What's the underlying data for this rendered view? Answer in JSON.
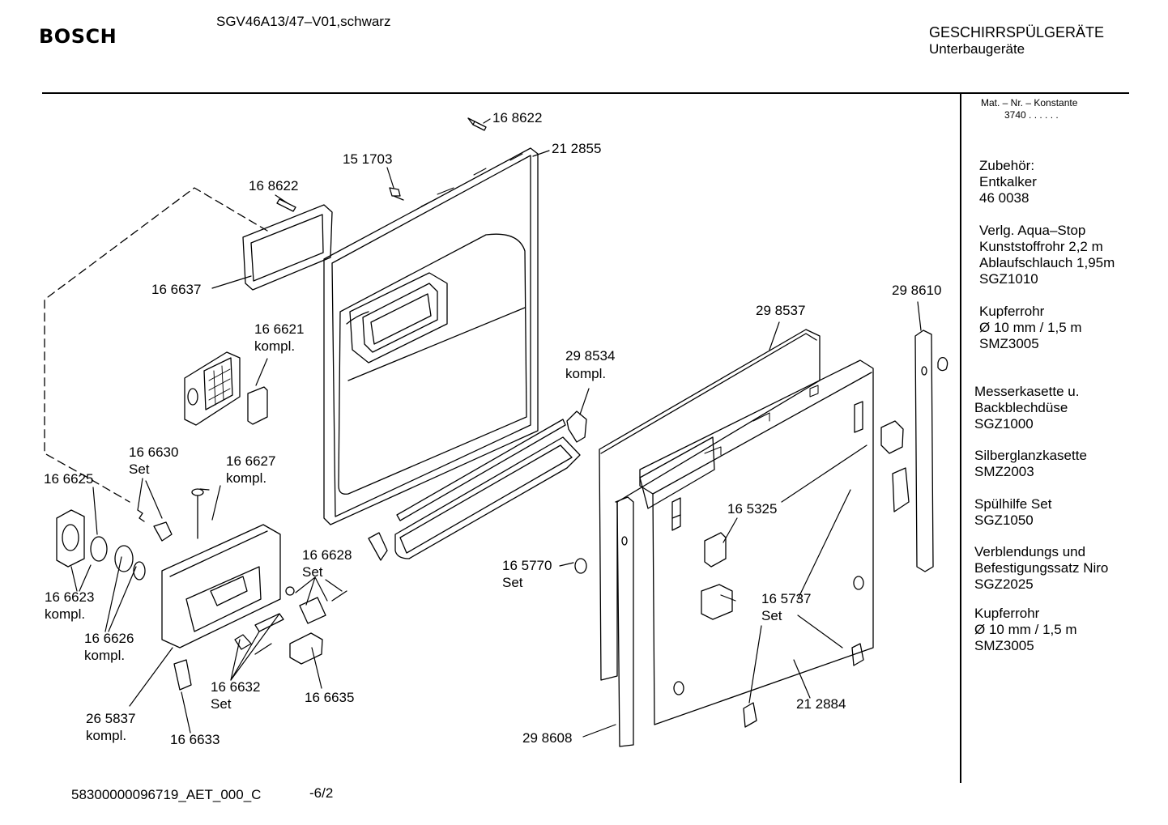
{
  "header": {
    "brand": "BOSCH",
    "model": "SGV46A13/47–V01,schwarz",
    "category_line1": "GESCHIRRSPÜLGERÄTE",
    "category_line2": "Unterbaugeräte"
  },
  "sidebar": {
    "mat_line1": "Mat. – Nr. – Konstante",
    "mat_line2": "3740 .  .  .  .  .  .",
    "accessories": [
      [
        "Zubehör:",
        "Entkalker",
        "46 0038"
      ],
      [
        "Verlg. Aqua–Stop",
        "Kunststoffrohr 2,2 m",
        "Ablaufschlauch 1,95m",
        "SGZ1010"
      ],
      [
        "Kupferrohr",
        "Ø 10 mm / 1,5 m",
        "SMZ3005"
      ],
      [
        "Messerkasette u.",
        "Backblechdüse",
        "SGZ1000"
      ],
      [
        "Silberglanzkasette",
        "SMZ2003"
      ],
      [
        "Spülhilfe Set",
        "SGZ1050"
      ],
      [
        "Verblendungs und",
        "Befestigungssatz Niro",
        "SGZ2025"
      ],
      [
        "Kupferrohr",
        "Ø 10 mm / 1,5 m",
        "SMZ3005"
      ]
    ]
  },
  "parts": {
    "p168622a": "16 8622",
    "p212855": "21 2855",
    "p151703": "15 1703",
    "p168622b": "16 8622",
    "p166637": "16 6637",
    "p166621_1": "16 6621",
    "p166621_2": "kompl.",
    "p298534_1": "29 8534",
    "p298534_2": "kompl.",
    "p298537": "29 8537",
    "p298610": "29 8610",
    "p166630_1": "16 6630",
    "p166630_2": "Set",
    "p166627_1": "16 6627",
    "p166627_2": "kompl.",
    "p166625": "16 6625",
    "p165325": "16 5325",
    "p166628_1": "16 6628",
    "p166628_2": "Set",
    "p165770_1": "16 5770",
    "p165770_2": "Set",
    "p166623_1": "16 6623",
    "p166623_2": "kompl.",
    "p165737_1": "16 5737",
    "p165737_2": "Set",
    "p166626_1": "16 6626",
    "p166626_2": "kompl.",
    "p166632_1": "16 6632",
    "p166632_2": "Set",
    "p166635": "16 6635",
    "p212884": "21 2884",
    "p265837_1": "26 5837",
    "p265837_2": "kompl.",
    "p166633": "16 6633",
    "p298608": "29 8608"
  },
  "footer": {
    "doc_id": "58300000096719_AET_000_C",
    "page": "-6/2"
  }
}
